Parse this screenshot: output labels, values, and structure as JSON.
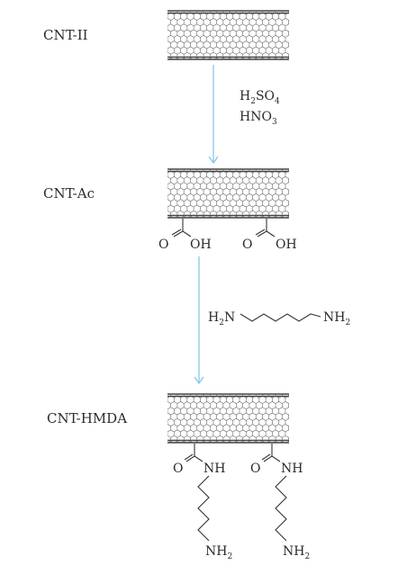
{
  "labels": {
    "cnt_ii": "CNT-II",
    "cnt_ac": "CNT-Ac",
    "cnt_hmda": "CNT-HMDA"
  },
  "reagents": {
    "step1": {
      "line1": {
        "h": "H",
        "h_sub": "2",
        "so": "SO",
        "so_sub": "4"
      },
      "line2": {
        "hno": "HNO",
        "hno_sub": "3"
      }
    },
    "step2": {
      "left": {
        "h": "H",
        "h_sub": "2",
        "n": "N"
      },
      "right": {
        "nh": "NH",
        "nh_sub": "2"
      }
    }
  },
  "groups": {
    "acid": {
      "o": "O",
      "oh": "OH"
    },
    "amide": {
      "o": "O",
      "nh": "NH"
    },
    "amine": {
      "nh": "NH",
      "nh_sub": "2"
    }
  },
  "colors": {
    "arrow": "#7ec3e6",
    "ink": "#2b2b2b",
    "tube": "#6a6a6a"
  }
}
